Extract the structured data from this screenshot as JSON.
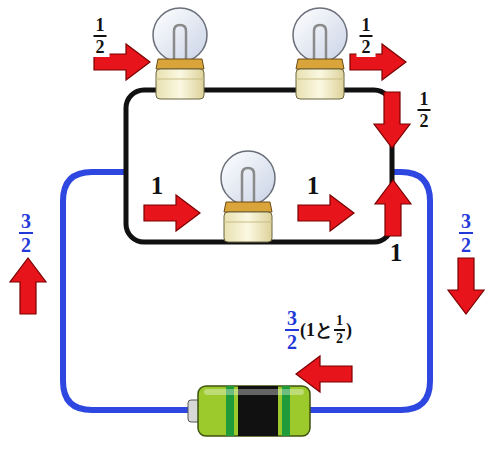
{
  "diagram": {
    "labels": [
      "1/2",
      "1/2",
      "1/2",
      "1",
      "1",
      "1",
      "3/2",
      "3/2",
      "3/2(1と1/2)"
    ]
  }
}
